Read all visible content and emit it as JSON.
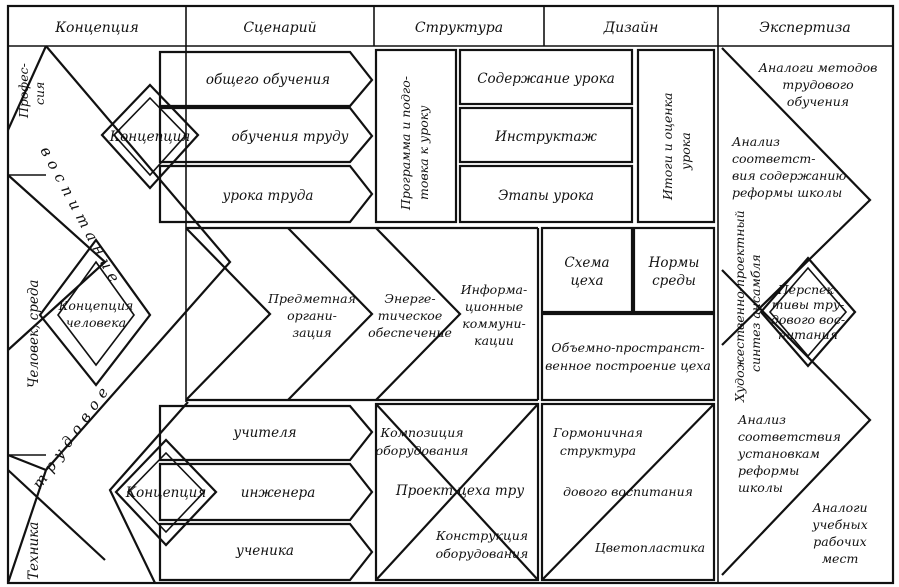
{
  "headers": {
    "concept": "Концепция",
    "scenario": "Сценарий",
    "structure": "Структура",
    "design": "Дизайн",
    "expertise": "Экспертиза"
  },
  "left": {
    "profession": [
      "Профес-",
      "сия"
    ],
    "man_env": "Человек, среда",
    "technique": "Техника",
    "concept_man": [
      "Концепция",
      "человека"
    ],
    "labor_upbringing_top": "воспитание",
    "labor_upbringing_bottom": "трудовое"
  },
  "scenario_top": {
    "concept": "Концепция",
    "items": [
      "общего обучения",
      "обучения труду",
      "урока   труда"
    ]
  },
  "structure_top": {
    "program": [
      "Программа и подго-",
      "товка к уроку"
    ],
    "content": "Содержание урока",
    "briefing": "Инструктаж",
    "stages": "Этапы   урока",
    "results": [
      "Итоги и оценка",
      "урока"
    ]
  },
  "middle": {
    "subject": [
      "Предметная",
      "органи-",
      "зация"
    ],
    "energy": [
      "Энерге-",
      "тическое",
      "обеспечение"
    ],
    "info": [
      "Информа-",
      "ционные",
      "коммуни-",
      "кации"
    ]
  },
  "design_mid": {
    "scheme": [
      "Схема",
      "цеха"
    ],
    "norms": [
      "Нормы",
      "среды"
    ],
    "volume": [
      "Объемно-пространст-",
      "венное построение цеха"
    ]
  },
  "scenario_bottom": {
    "concept": "Концепция",
    "items": [
      "учителя",
      "инженера",
      "ученика"
    ]
  },
  "structure_bottom": {
    "composition": [
      "Композиция",
      "оборудования"
    ],
    "project": "Проект  цеха тру",
    "construction": [
      "Конструкция",
      "оборудования"
    ]
  },
  "design_bottom": {
    "harmony": [
      "Гормоничная",
      "структура"
    ],
    "upbringing": "дового воспитания",
    "color": "Цветопластика"
  },
  "expertise": {
    "analogs_labor": [
      "Аналоги методов",
      "трудового",
      "обучения"
    ],
    "analysis_content": [
      "Анализ",
      "соответст-",
      "вия содержанию",
      "реформы школы"
    ],
    "vertical": [
      "Художественно-проектный",
      "синтез ансамбля"
    ],
    "perspectives": [
      "Перспек-",
      "тивы тру-",
      "дового вос-",
      "питания"
    ],
    "analysis_reform": [
      "Анализ",
      "соответствия",
      "установкам",
      "реформы",
      "школы"
    ],
    "analogs_places": [
      "Аналоги",
      "учебных",
      "рабочих",
      "мест"
    ]
  }
}
